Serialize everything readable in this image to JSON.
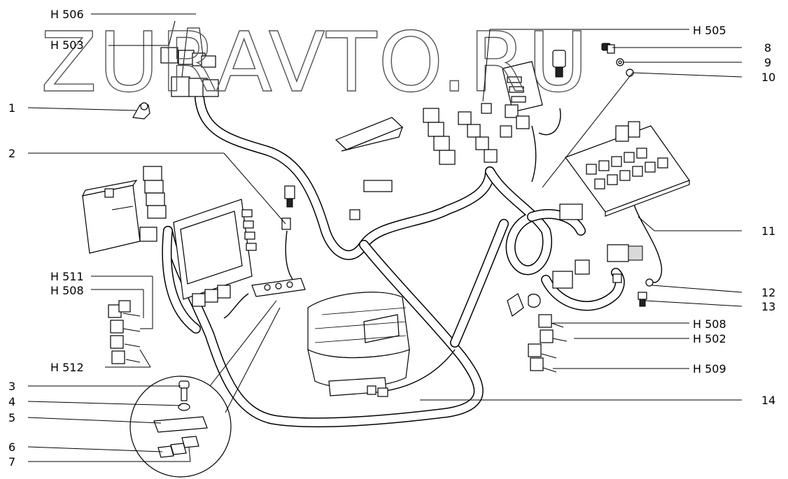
{
  "watermark": "ZURAVTO.RU",
  "callouts": {
    "h506": "H 506",
    "h503": "H 503",
    "h505": "H 505",
    "h511": "H 511",
    "h508a": "H 508",
    "h512": "H 512",
    "h508b": "H 508",
    "h502": "H 502",
    "h509": "H 509",
    "n1": "1",
    "n2": "2",
    "n3": "3",
    "n4": "4",
    "n5": "5",
    "n6": "6",
    "n7": "7",
    "n8": "8",
    "n9": "9",
    "n10": "10",
    "n11": "11",
    "n12": "12",
    "n13": "13",
    "n14": "14"
  }
}
